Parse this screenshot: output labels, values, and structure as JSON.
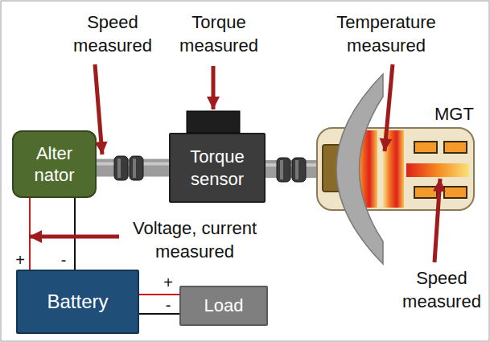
{
  "diagram": {
    "nodes": [
      {
        "text": [
          "Alter nator"
        ]
      },
      {
        "text": [
          "Torque sensor"
        ]
      },
      {
        "text": [
          "MGT"
        ]
      },
      {
        "text": [
          "Battery"
        ]
      },
      {
        "text": [
          "Load"
        ]
      }
    ],
    "edges": [
      {
        "from": 0,
        "to": 1,
        "arrow": "none"
      },
      {
        "from": 1,
        "to": 2,
        "arrow": "none"
      },
      {
        "from": 0,
        "to": 3,
        "arrow": "none"
      },
      {
        "from": 3,
        "to": 4,
        "arrow": "none"
      }
    ],
    "labels": [
      "Speed measured",
      "Torque measured",
      "Temperature measured",
      "Voltage, current measured",
      "+",
      "-",
      "+",
      "-",
      "Speed measured"
    ]
  }
}
